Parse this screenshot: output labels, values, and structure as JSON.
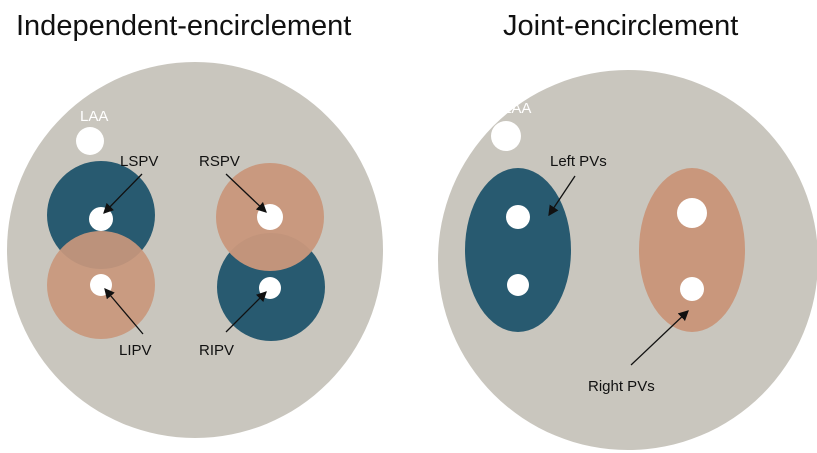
{
  "panels": {
    "left": {
      "title": "Independent-encirclement",
      "labels": {
        "laa": "LAA",
        "lspv": "LSPV",
        "rspv": "RSPV",
        "lipv": "LIPV",
        "ripv": "RIPV"
      }
    },
    "right": {
      "title": "Joint-encirclement",
      "labels": {
        "laa": "LAA",
        "left_pvs": "Left PVs",
        "right_pvs": "Right PVs"
      }
    }
  },
  "colors": {
    "atrium": "#c9c6be",
    "left_lesion": "#285a70",
    "right_lesion": "#c9977c",
    "vein": "#ffffff",
    "arrow": "#111111"
  }
}
